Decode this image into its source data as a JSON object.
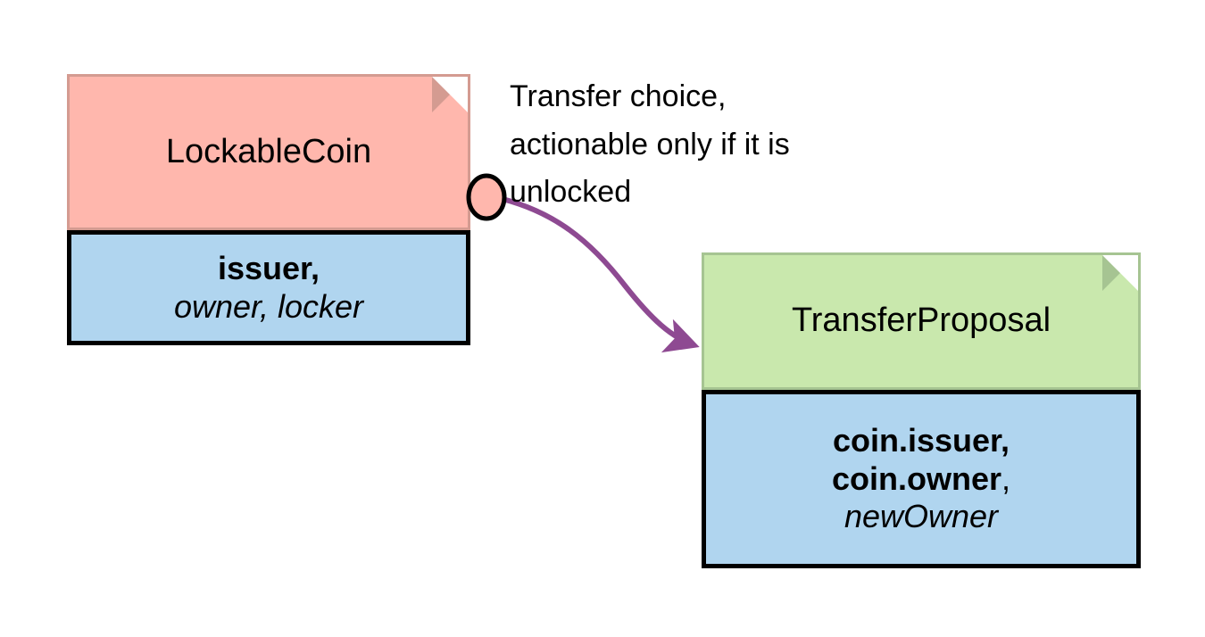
{
  "diagram": {
    "title": "LockableCoin transfer choice diagram",
    "background": "#ffffff",
    "templates": [
      {
        "id": "lockable-coin",
        "name": "LockableCoin",
        "header_color": "#ffb7ad",
        "header_fold_color": "#d49b91",
        "body_color": "#b0d5ef",
        "fields": [
          {
            "text": "issuer,",
            "style": "bold"
          },
          {
            "text": "owner, locker",
            "style": "italic"
          }
        ]
      },
      {
        "id": "transfer-proposal",
        "name": "TransferProposal",
        "header_color": "#c9e8ad",
        "header_fold_color": "#a6c492",
        "body_color": "#b0d5ef",
        "fields": [
          {
            "text": "coin.issuer,",
            "style": "bold"
          },
          {
            "text": "coin.owner",
            "style": "bold",
            "suffix": ","
          },
          {
            "text": "newOwner",
            "style": "italic"
          }
        ]
      }
    ],
    "connector": {
      "label": "Transfer choice,\nactionable only if it is\nunlocked",
      "arrow_color": "#8e4a92",
      "choice_marker_fill": "#ffb7ad",
      "choice_marker_stroke": "#000000",
      "from": "lockable-coin",
      "to": "transfer-proposal"
    }
  }
}
